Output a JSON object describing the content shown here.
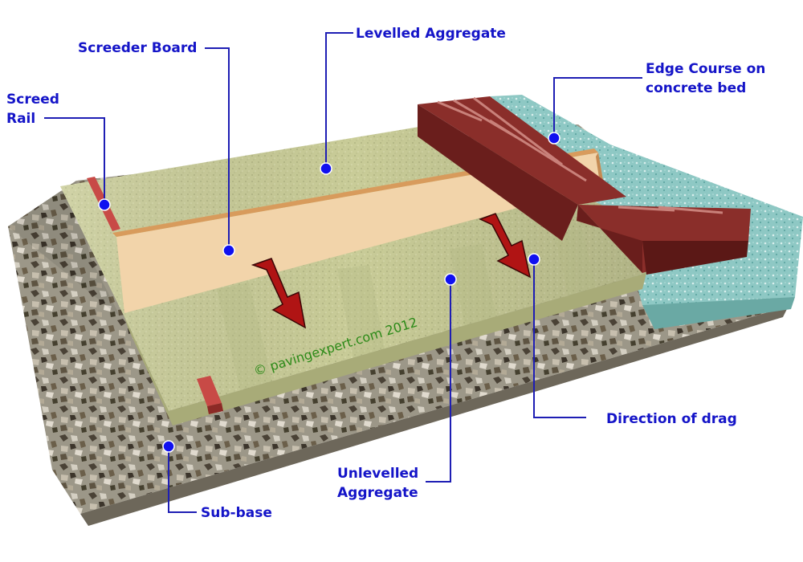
{
  "labels": {
    "screed_rail_line1": "Screed",
    "screed_rail_line2": "Rail",
    "screeder_board": "Screeder Board",
    "levelled_aggregate": "Levelled Aggregate",
    "edge_course_line1": "Edge Course on",
    "edge_course_line2": "concrete bed",
    "direction_of_drag": "Direction of drag",
    "unlevelled_line1": "Unlevelled",
    "unlevelled_line2": "Aggregate",
    "sub_base": "Sub-base"
  },
  "copyright": "© pavingexpert.com 2012",
  "colors": {
    "label_text": "#1414c8",
    "leader_line": "#1e1eb4",
    "marker_dot": "#1010f0",
    "copyright_text": "#2c8a18",
    "arrow_fill": "#b01414",
    "sub_base": "#9a9486",
    "aggregate": "#c9cc98",
    "screeder_board": "#f2d4aa",
    "edge_course_brick": "#8a2e2a",
    "concrete_bed": "#8ec8c4",
    "screed_rail": "#c84a46"
  }
}
